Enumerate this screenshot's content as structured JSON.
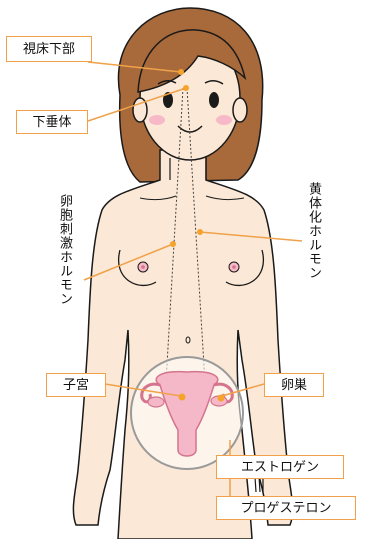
{
  "labels": {
    "hypothalamus": "視床下部",
    "pituitary": "下垂体",
    "uterus": "子宮",
    "ovary": "卵巣",
    "estrogen": "エストロゲン",
    "progesterone": "プロゲステロン",
    "fsh": "卵胞刺激ホルモン",
    "lh": "黄体化ホルモン"
  },
  "colors": {
    "skin": "#fbe8d6",
    "outline": "#1a1a1a",
    "hair": "#a86a3a",
    "hair_shadow": "#7a4624",
    "label_border": "#f0a14a",
    "leader_line": "#f0a14a",
    "marker": "#f5a32b",
    "organ": "#f4b8c8",
    "organ_outline": "#d5748e",
    "cheek": "#f7b9c8",
    "circle": "#9a9a9a"
  }
}
